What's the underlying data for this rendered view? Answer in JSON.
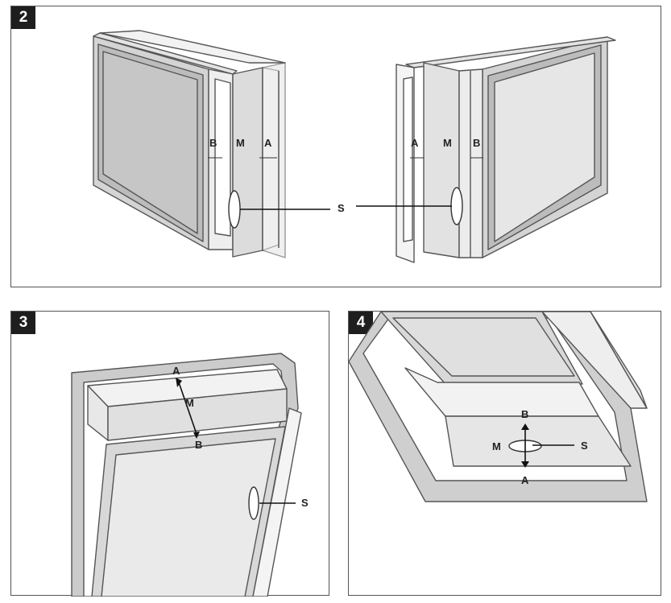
{
  "steps": [
    {
      "number": "2",
      "labels": {
        "b_left": "B",
        "m_left": "M",
        "a_left": "A",
        "a_right": "A",
        "m_right": "M",
        "b_right": "B",
        "s": "S"
      }
    },
    {
      "number": "3",
      "labels": {
        "a": "A",
        "m": "M",
        "b": "B",
        "s": "S"
      }
    },
    {
      "number": "4",
      "labels": {
        "b": "B",
        "m": "M",
        "s": "S",
        "a": "A"
      }
    }
  ],
  "colors": {
    "frame": "#cfcfcf",
    "pane": "#dcdcdc",
    "outline": "#555555"
  }
}
